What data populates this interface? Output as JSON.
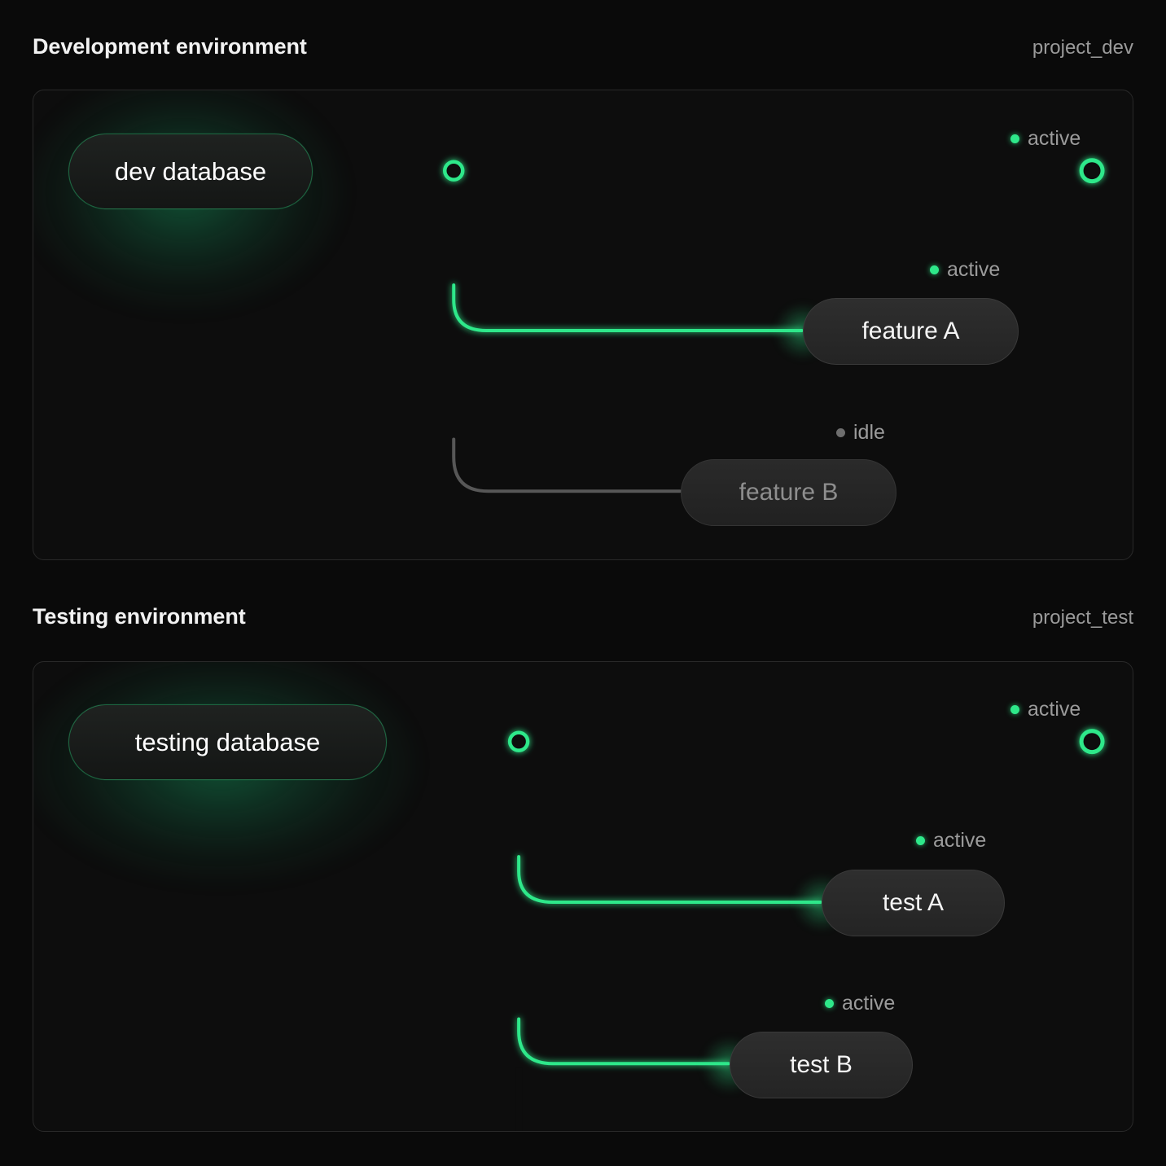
{
  "theme": {
    "background": "#0a0a0a",
    "panel_background": "#0d0d0d",
    "panel_border": "#292929",
    "accent_green": "#2ee88a",
    "idle_grey": "#6e6e6e",
    "title_color": "#f2f2f2",
    "muted_text": "#9b9b9b"
  },
  "sections": [
    {
      "title": "Development environment",
      "project": "project_dev",
      "source": {
        "label": "dev database",
        "status": "active"
      },
      "endpoint": {
        "status": "active",
        "status_label": "active"
      },
      "nodes": [
        {
          "label": "feature A",
          "status": "active",
          "status_label": "active"
        },
        {
          "label": "feature B",
          "status": "idle",
          "status_label": "idle"
        }
      ]
    },
    {
      "title": "Testing environment",
      "project": "project_test",
      "source": {
        "label": "testing database",
        "status": "active"
      },
      "endpoint": {
        "status": "active",
        "status_label": "active"
      },
      "nodes": [
        {
          "label": "test A",
          "status": "active",
          "status_label": "active"
        },
        {
          "label": "test B",
          "status": "active",
          "status_label": "active"
        }
      ]
    }
  ]
}
